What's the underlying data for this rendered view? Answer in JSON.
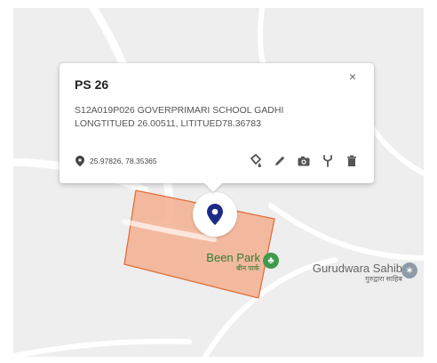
{
  "popup": {
    "title": "PS 26",
    "close_label": "×",
    "description_line1": "S12A019P026 GOVERPRIMARI SCHOOL GADHI",
    "description_line2": "LONGTITUED 26.00511, LITITUED78.36783",
    "coordinates": "25.97826, 78.35365",
    "action_icons": [
      "paint-bucket-icon",
      "pencil-icon",
      "camera-icon",
      "fork-icon",
      "trash-icon"
    ]
  },
  "map": {
    "park_name": "Been Park",
    "park_subtitle": "बीन पार्क",
    "place_name": "Gurudwara Sahib",
    "place_subtitle": "गुरुद्वारा साहिब",
    "polygon_fill": "#f4b293",
    "polygon_stroke": "#e0703b",
    "marker_color": "#1d2b87",
    "park_color": "#2e7d32",
    "place_color": "#666666"
  }
}
